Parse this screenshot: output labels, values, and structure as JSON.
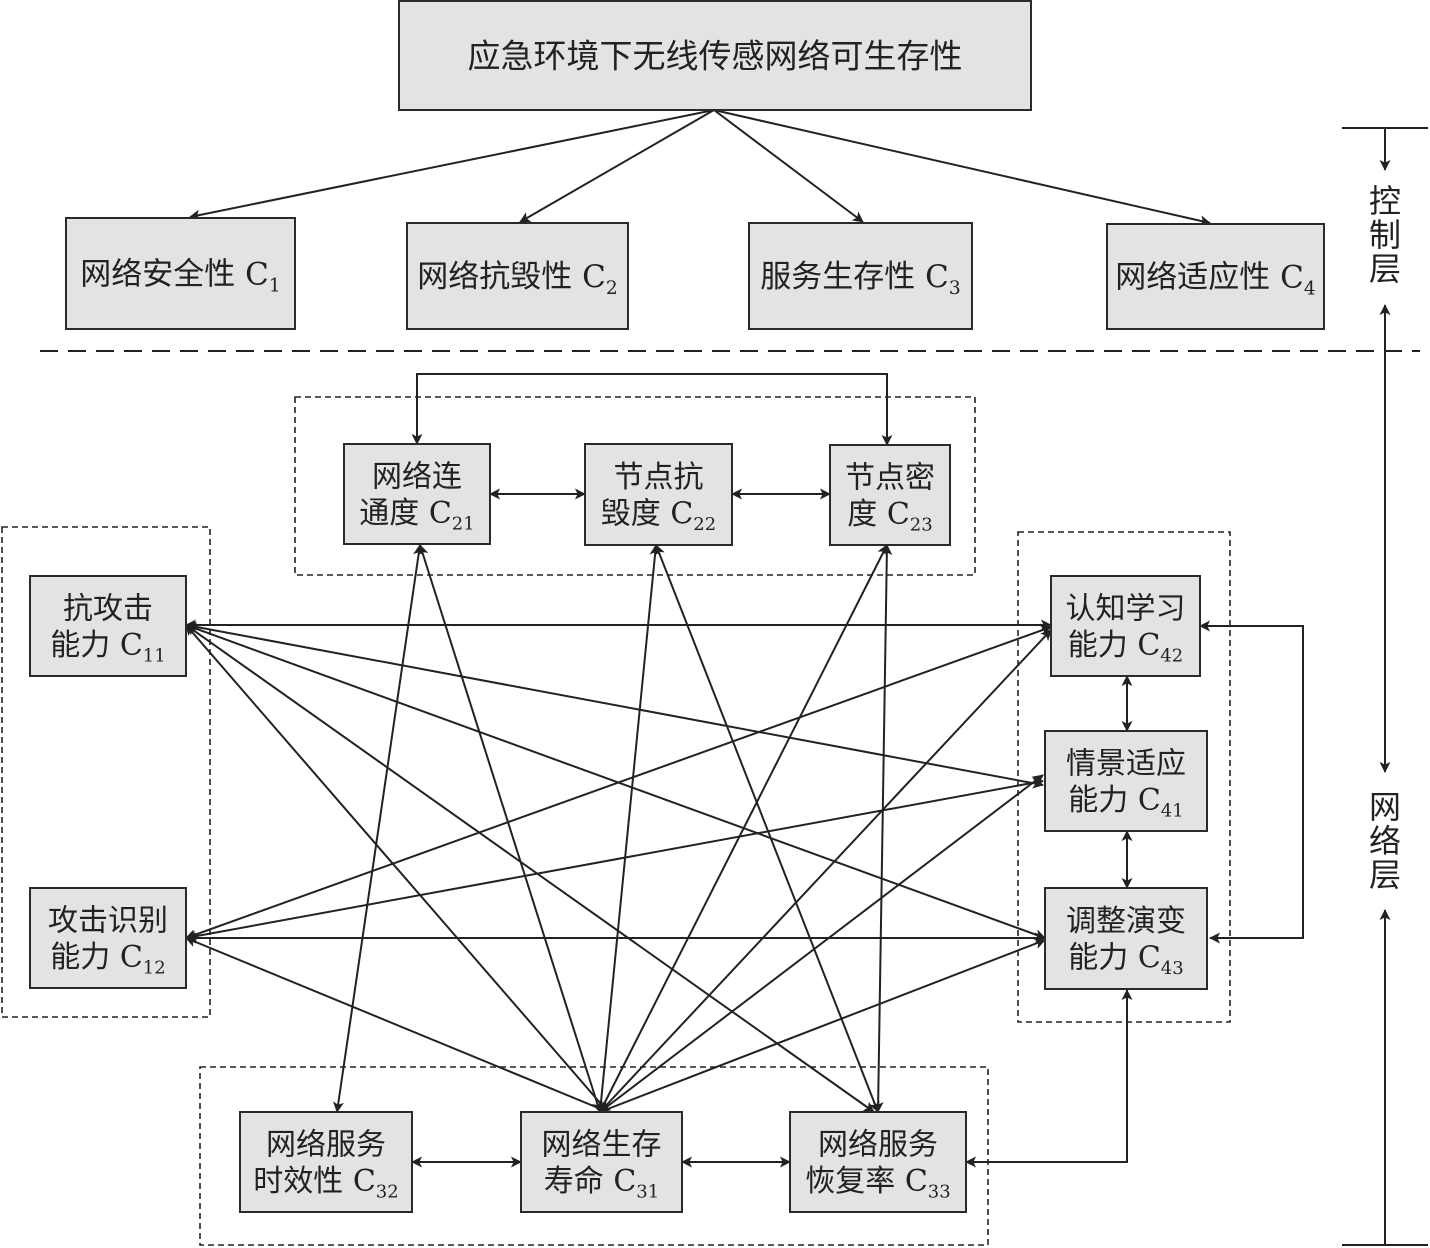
{
  "nodes": {
    "root": {
      "lines": [
        {
          "text": "应急环境下无线传感网络可生存性",
          "sub": ""
        }
      ]
    },
    "C1": {
      "lines": [
        {
          "text": "网络安全性 C",
          "sub": "1"
        }
      ]
    },
    "C2": {
      "lines": [
        {
          "text": "网络抗毁性 C",
          "sub": "2"
        }
      ]
    },
    "C3": {
      "lines": [
        {
          "text": "服务生存性 C",
          "sub": "3"
        }
      ]
    },
    "C4": {
      "lines": [
        {
          "text": "网络适应性 C",
          "sub": "4"
        }
      ]
    },
    "C21": {
      "lines": [
        {
          "text": "网络连",
          "sub": ""
        },
        {
          "text": "通度 C",
          "sub": "21"
        }
      ]
    },
    "C22": {
      "lines": [
        {
          "text": "节点抗",
          "sub": ""
        },
        {
          "text": "毁度 C",
          "sub": "22"
        }
      ]
    },
    "C23": {
      "lines": [
        {
          "text": "节点密",
          "sub": ""
        },
        {
          "text": "度 C",
          "sub": "23"
        }
      ]
    },
    "C11": {
      "lines": [
        {
          "text": "抗攻击",
          "sub": ""
        },
        {
          "text": "能力 C",
          "sub": "11"
        }
      ]
    },
    "C12": {
      "lines": [
        {
          "text": "攻击识别",
          "sub": ""
        },
        {
          "text": "能力 C",
          "sub": "12"
        }
      ]
    },
    "C42": {
      "lines": [
        {
          "text": "认知学习",
          "sub": ""
        },
        {
          "text": "能力 C",
          "sub": "42"
        }
      ]
    },
    "C41": {
      "lines": [
        {
          "text": "情景适应",
          "sub": ""
        },
        {
          "text": "能力 C",
          "sub": "41"
        }
      ]
    },
    "C43": {
      "lines": [
        {
          "text": "调整演变",
          "sub": ""
        },
        {
          "text": "能力 C",
          "sub": "43"
        }
      ]
    },
    "C32": {
      "lines": [
        {
          "text": "网络服务",
          "sub": ""
        },
        {
          "text": "时效性 C",
          "sub": "32"
        }
      ]
    },
    "C31": {
      "lines": [
        {
          "text": "网络生存",
          "sub": ""
        },
        {
          "text": "寿命 C",
          "sub": "31"
        }
      ]
    },
    "C33": {
      "lines": [
        {
          "text": "网络服务",
          "sub": ""
        },
        {
          "text": "恢复率 C",
          "sub": "33"
        }
      ]
    }
  },
  "layers": {
    "control": "控制层",
    "network": "网络层"
  }
}
